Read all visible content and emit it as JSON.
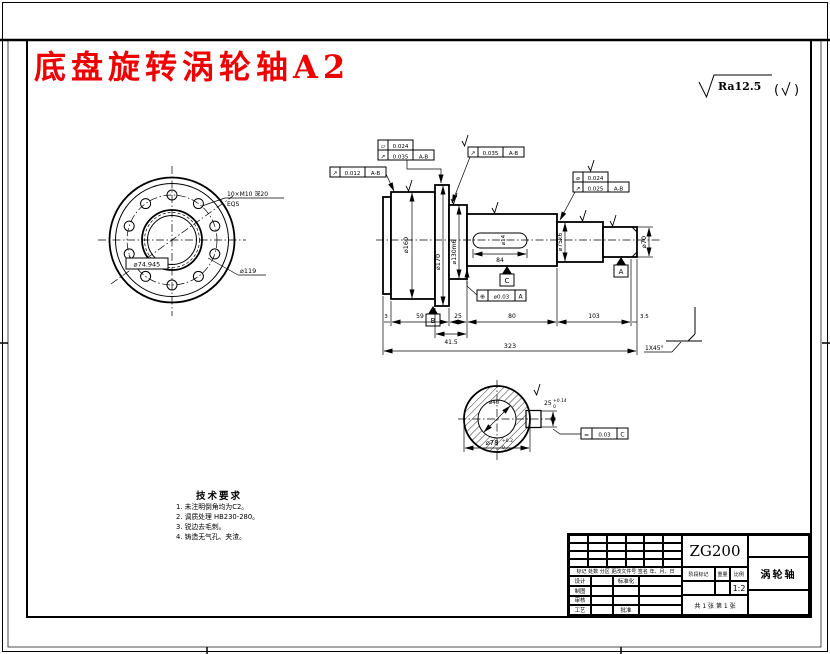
{
  "title": {
    "text": "底盘旋转涡轮轴A2"
  },
  "surface_note": {
    "label": "Ra12.5",
    "paren_open": "(",
    "paren_close": ")"
  },
  "front_view": {
    "hole_note_1": "10×M10 深20",
    "hole_note_2": "EQS",
    "pitch_dia": "⌀119",
    "bore_dia": "⌀74.945"
  },
  "shaft": {
    "d160": "⌀160",
    "d170": "⌀170",
    "d130": "⌀130m6",
    "d75": "⌀75k6",
    "d70": "⌀70",
    "key_dia": "⌀14",
    "key_len": "84",
    "chain": [
      "3",
      "59",
      "25",
      "80",
      "103",
      "3.5"
    ],
    "sub_dim": "41.5",
    "overall": "323",
    "chamfer": "1X45°",
    "datum_a": "A",
    "datum_b": "B",
    "datum_c": "C",
    "gdt": {
      "f4_sym": "↗",
      "f4_tol": "0.012",
      "f4_dat": "A-B",
      "f1a_sym": "▱",
      "f1a_tol": "0.024",
      "f1b_sym": "↗",
      "f1b_tol": "0.035",
      "f1b_dat": "A-B",
      "f3_sym": "↗",
      "f3_tol": "0.035",
      "f3_dat": "A-B",
      "f2a_sym": "⌀",
      "f2a_tol": "0.024",
      "f2b_sym": "↗",
      "f2b_tol": "0.025",
      "f2b_dat": "A-B",
      "fk_sym": "⊕",
      "fk_tol": "⌀0.03",
      "fk_dat": "A"
    }
  },
  "section": {
    "od": "⌀78",
    "od_tol_u": "+0.2",
    "od_tol_l": "0",
    "bore": "⌀40",
    "key_w": "25",
    "key_tol_u": "+0.14",
    "key_tol_l": "0",
    "sym_sym": "=",
    "sym_tol": "0.03",
    "sym_dat": "C"
  },
  "tech_req": {
    "heading": "技术要求",
    "items": [
      "1. 未注明倒角均为C2。",
      "2. 调质处理 HB230-280。",
      "3. 锐边去毛刺。",
      "4. 铸造无气孔、夹渣。"
    ]
  },
  "title_block": {
    "material": "ZG200",
    "part_name": "涡轮轴",
    "header_row": "标记 处数 分区 更改文件号 签名 年、月、日",
    "rows_left": [
      "设计",
      "制图",
      "审核",
      "工艺"
    ],
    "rows_mid": [
      "标准化",
      "",
      "",
      "批准"
    ],
    "stage_label": "阶段标记",
    "weight_label": "重量",
    "scale_label": "比例",
    "scale_value": "1:2",
    "sheet_info": "共 1 张 第 1 张"
  }
}
